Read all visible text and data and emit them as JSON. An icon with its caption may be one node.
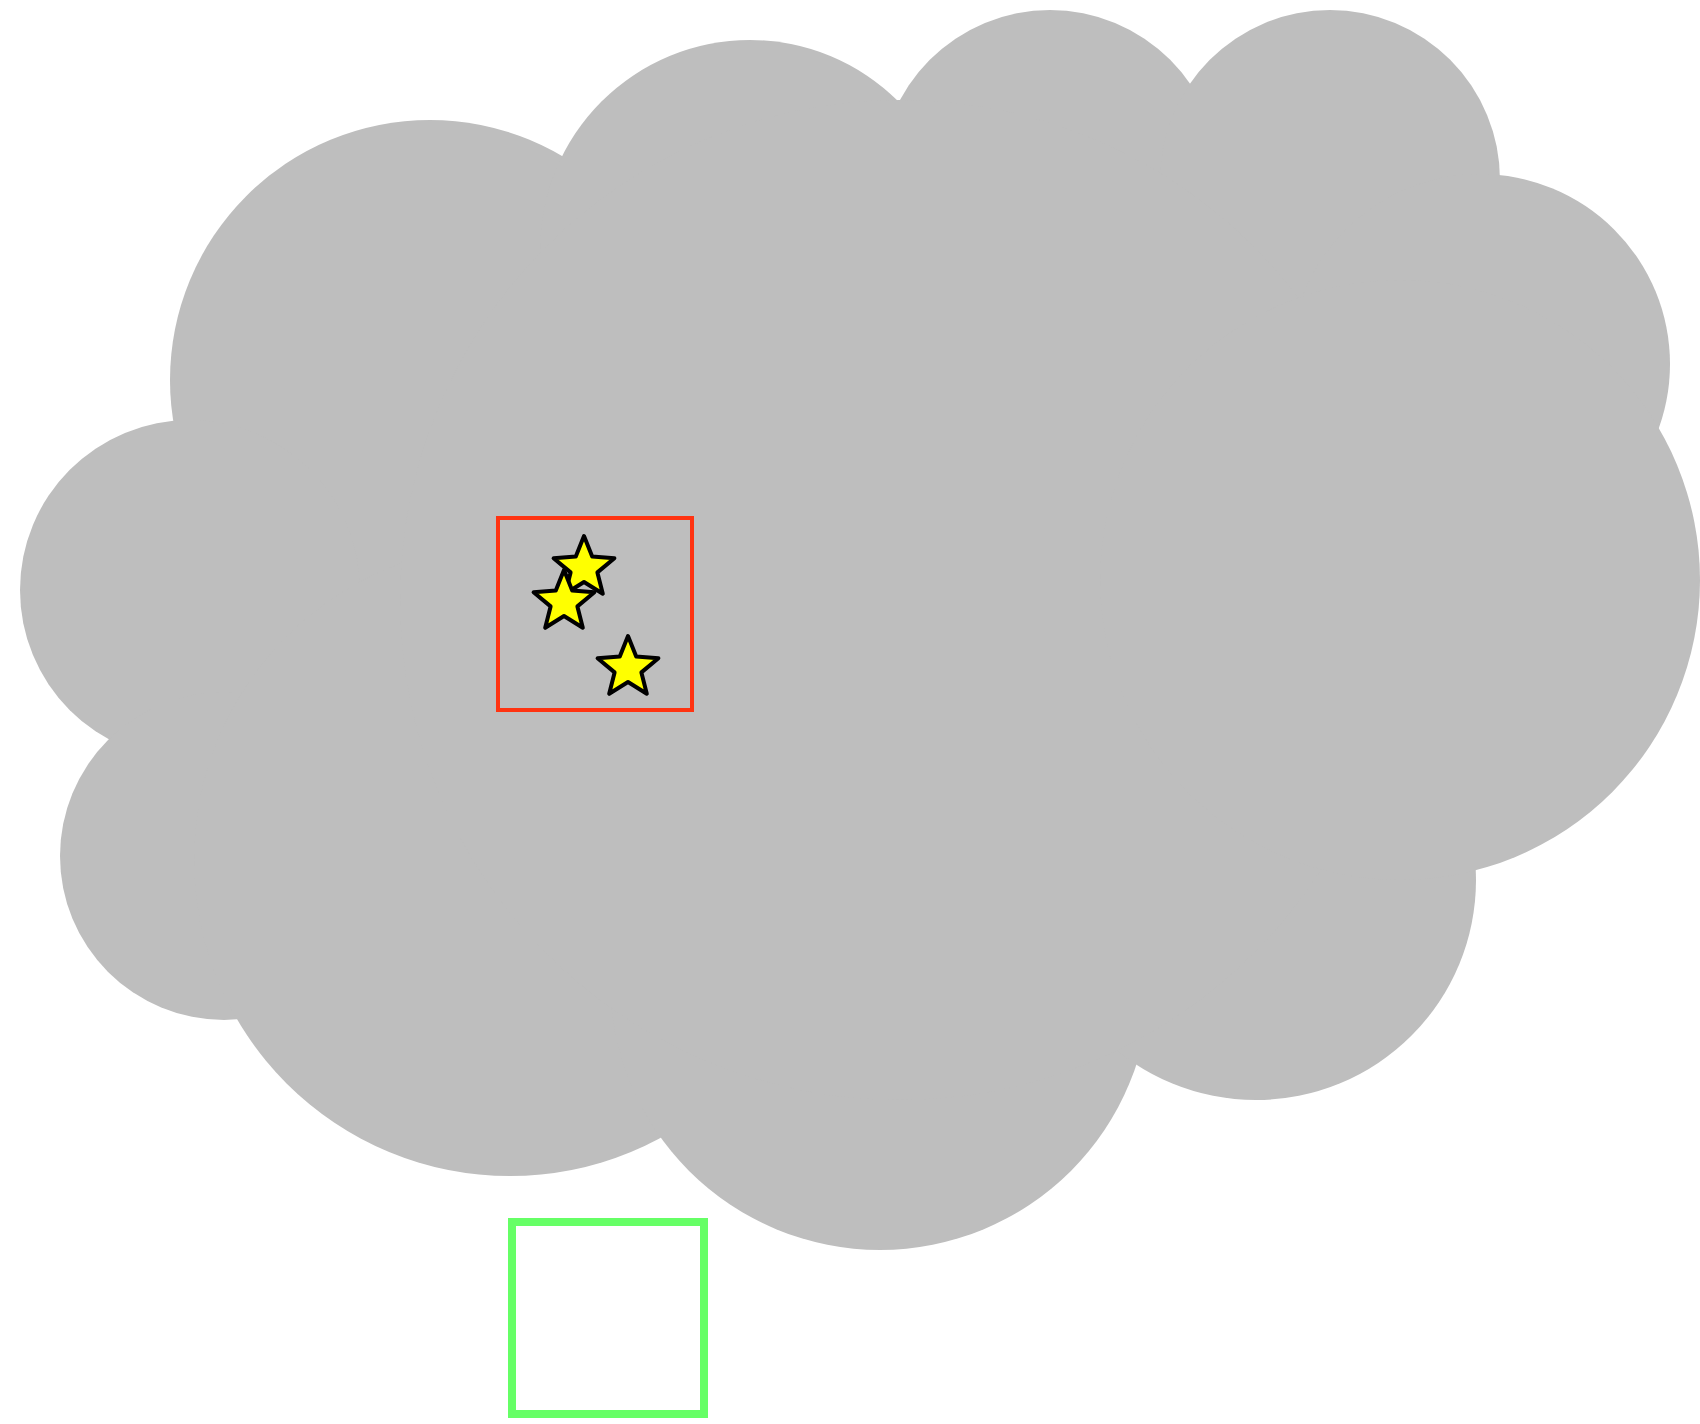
{
  "diagram": {
    "nodes": [
      {
        "text": [],
        "shape": "cloud"
      },
      {
        "text": [],
        "shape": "box",
        "in": 0
      },
      {
        "text": [],
        "shape": "box"
      }
    ]
  }
}
